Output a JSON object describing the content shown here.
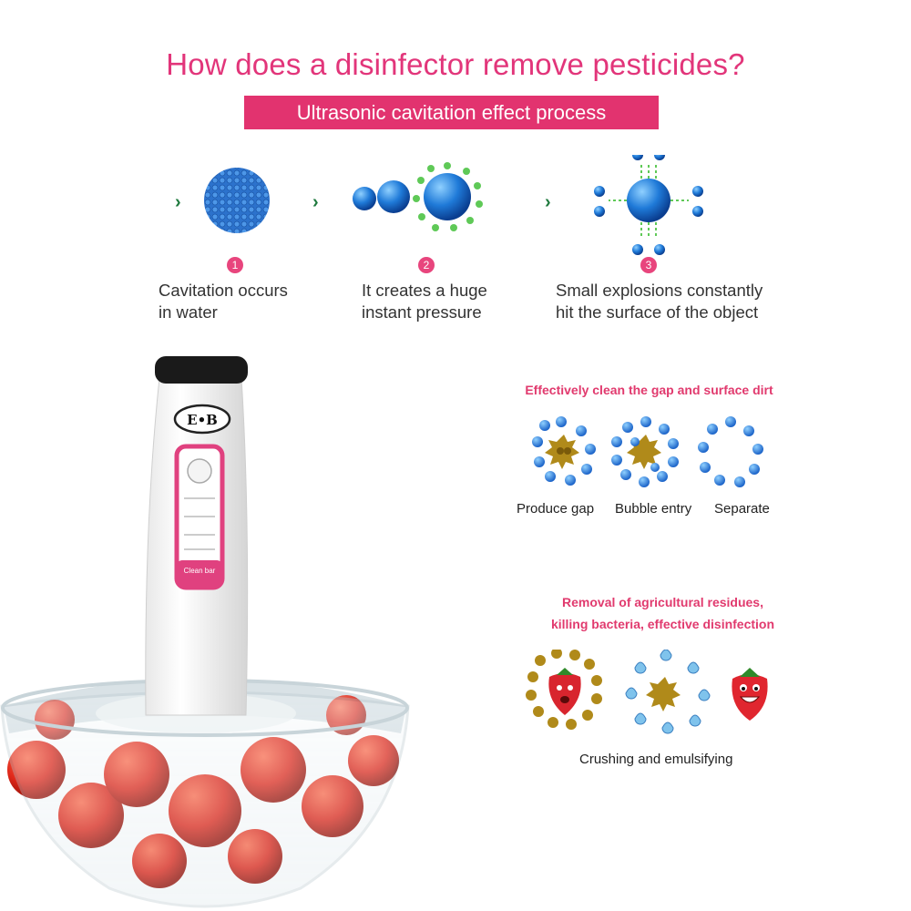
{
  "title": "How does a disinfector remove pesticides?",
  "banner": "Ultrasonic cavitation effect process",
  "steps": [
    {
      "num": "1",
      "text": "Cavitation occurs\nin water"
    },
    {
      "num": "2",
      "text": "It creates a huge\ninstant pressure"
    },
    {
      "num": "3",
      "text": "Small explosions constantly\nhit the surface of the object"
    }
  ],
  "section1": {
    "heading": "Effectively clean the gap and surface dirt",
    "labels": [
      "Produce gap",
      "Bubble entry",
      "Separate"
    ]
  },
  "section2": {
    "heading_line1": "Removal of agricultural residues,",
    "heading_line2": "killing bacteria, effective disinfection",
    "caption": "Crushing and emulsifying"
  },
  "device": {
    "logo": "E•B",
    "button_label": "Clean bar",
    "mode_labels": [
      "",
      ""
    ]
  },
  "colors": {
    "accent": "#e2336f",
    "bubble": "#1f7ad8",
    "arrow": "#1f7a3e",
    "germ": "#b08a1a"
  }
}
